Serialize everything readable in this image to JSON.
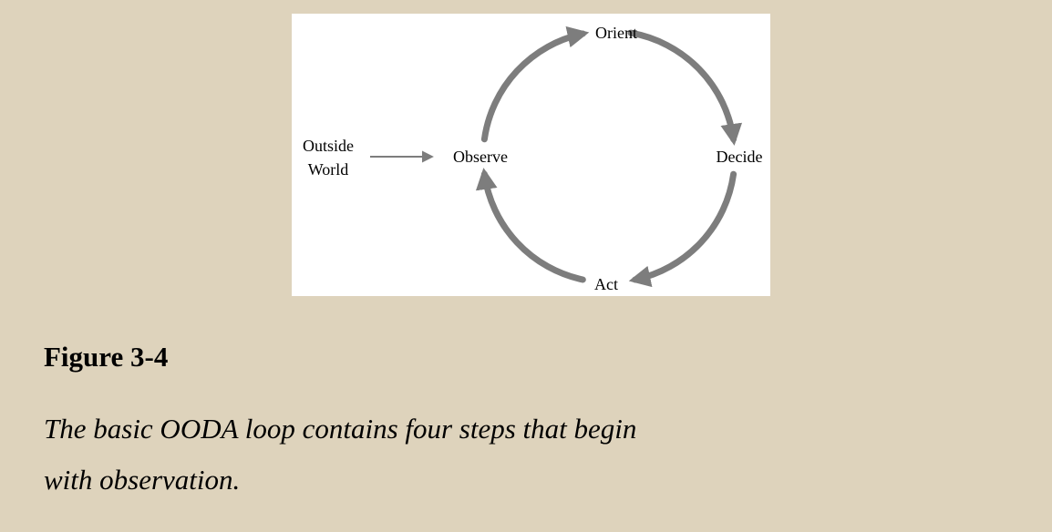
{
  "figure": {
    "label": "Figure 3-4",
    "caption_lines": [
      "The basic OODA loop contains four steps that begin",
      "with observation."
    ]
  },
  "diagram": {
    "steps": {
      "top": "Orient",
      "right": "Decide",
      "bottom": "Act",
      "left": "Observe"
    },
    "external_source_lines": [
      "Outside",
      "World"
    ],
    "flow": "Outside World → Observe → Orient → Decide → Act → Observe",
    "colors": {
      "background": "#ded3bc",
      "panel": "#ffffff",
      "arrow": "#7d7d7d",
      "text": "#000000"
    }
  }
}
